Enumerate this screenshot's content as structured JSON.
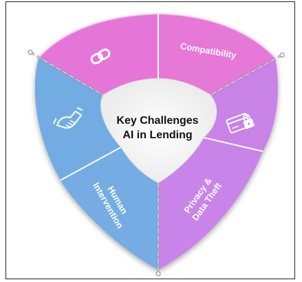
{
  "center": {
    "line1": "Key Challenges",
    "line2": "AI in Lending"
  },
  "segments": [
    {
      "label": "",
      "icon": "chain-link-icon",
      "color": "#E575D6"
    },
    {
      "label": "Compatibility",
      "icon": "",
      "color": "#E678D8"
    },
    {
      "label": "",
      "icon": "credit-card-lock-icon",
      "color": "#C982E6"
    },
    {
      "label_line1": "Privacy &",
      "label_line2": "Data Theft",
      "color": "#C884E8"
    },
    {
      "label_line1": "Human",
      "label_line2": "Intervention",
      "color": "#74ACE4"
    },
    {
      "label": "",
      "icon": "handshake-icon",
      "color": "#73ACE3"
    }
  ]
}
